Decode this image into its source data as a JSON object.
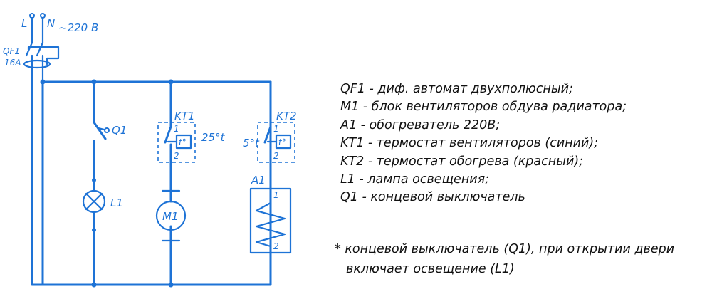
{
  "diagram": {
    "supply": {
      "phase": "L",
      "neutral": "N",
      "voltage": "~220 В"
    },
    "breaker": {
      "id": "QF1",
      "rating": "16A"
    },
    "switch": {
      "id": "Q1"
    },
    "lamp": {
      "id": "L1"
    },
    "thermostat_fan": {
      "id": "KT1",
      "setpoint": "25°t",
      "pin1": "1",
      "pin2": "2",
      "symbol": "t°"
    },
    "motor": {
      "id": "M1"
    },
    "thermostat_heat": {
      "id": "KT2",
      "setpoint": "5°t",
      "pin1": "1",
      "pin2": "2",
      "symbol": "t°"
    },
    "heater": {
      "id": "A1",
      "pin1": "1",
      "pin2": "2"
    }
  },
  "legend": [
    "QF1 - диф. автомат двухполюсный;",
    "M1 - блок вентиляторов обдува радиатора;",
    "A1 - обогреватель 220В;",
    "KT1 - термостат вентиляторов (синий);",
    "KT2 - термостат обогрева (красный);",
    "L1 - лампа освещения;",
    "Q1 - концевой выключатель"
  ],
  "note": {
    "line1": "* концевой выключатель (Q1), при открытии двери",
    "line2": "включает освещение (L1)"
  },
  "colors": {
    "wire": "#1e73d6",
    "text": "#111111"
  }
}
